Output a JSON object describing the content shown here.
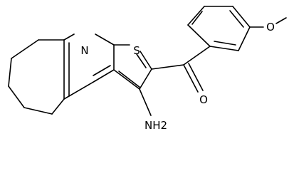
{
  "molecule": {
    "atoms": {
      "nitrogen": "N",
      "sulfur": "S",
      "oxygen_carbonyl": "O",
      "oxygen_methoxy": "O",
      "amino": "NH2"
    }
  }
}
